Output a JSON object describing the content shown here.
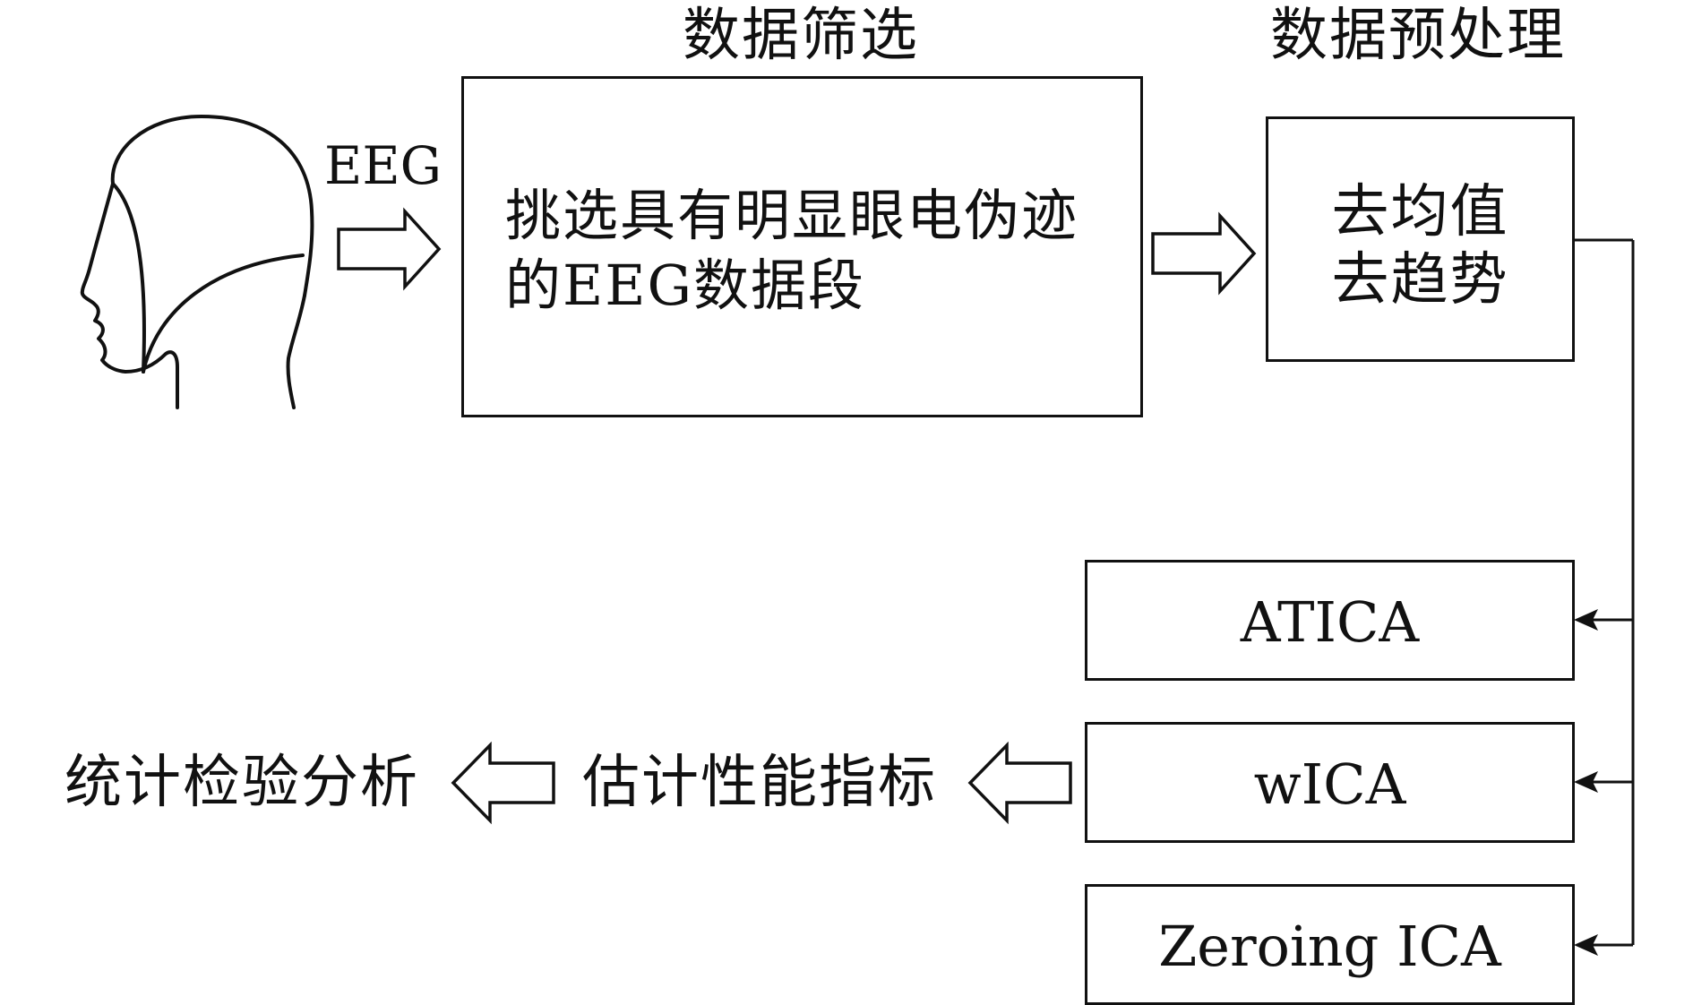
{
  "titles": {
    "selection": "数据筛选",
    "preprocessing": "数据预处理"
  },
  "signal_label": "EEG",
  "selection_box": {
    "line1": "挑选具有明显眼电伪迹",
    "line2": "的EEG数据段"
  },
  "preprocessing_box": {
    "line1": "去均值",
    "line2": "去趋势"
  },
  "methods": [
    "ATICA",
    "wICA",
    "Zeroing ICA"
  ],
  "evaluation": {
    "metrics_label": "估计性能指标",
    "statistics_label": "统计检验分析"
  },
  "icons": {
    "head": "head-with-eeg-cap-icon",
    "right_arrow": "hollow-right-arrow-icon",
    "left_arrow": "hollow-left-arrow-icon"
  },
  "colors": {
    "stroke": "#111111",
    "background": "#ffffff"
  }
}
